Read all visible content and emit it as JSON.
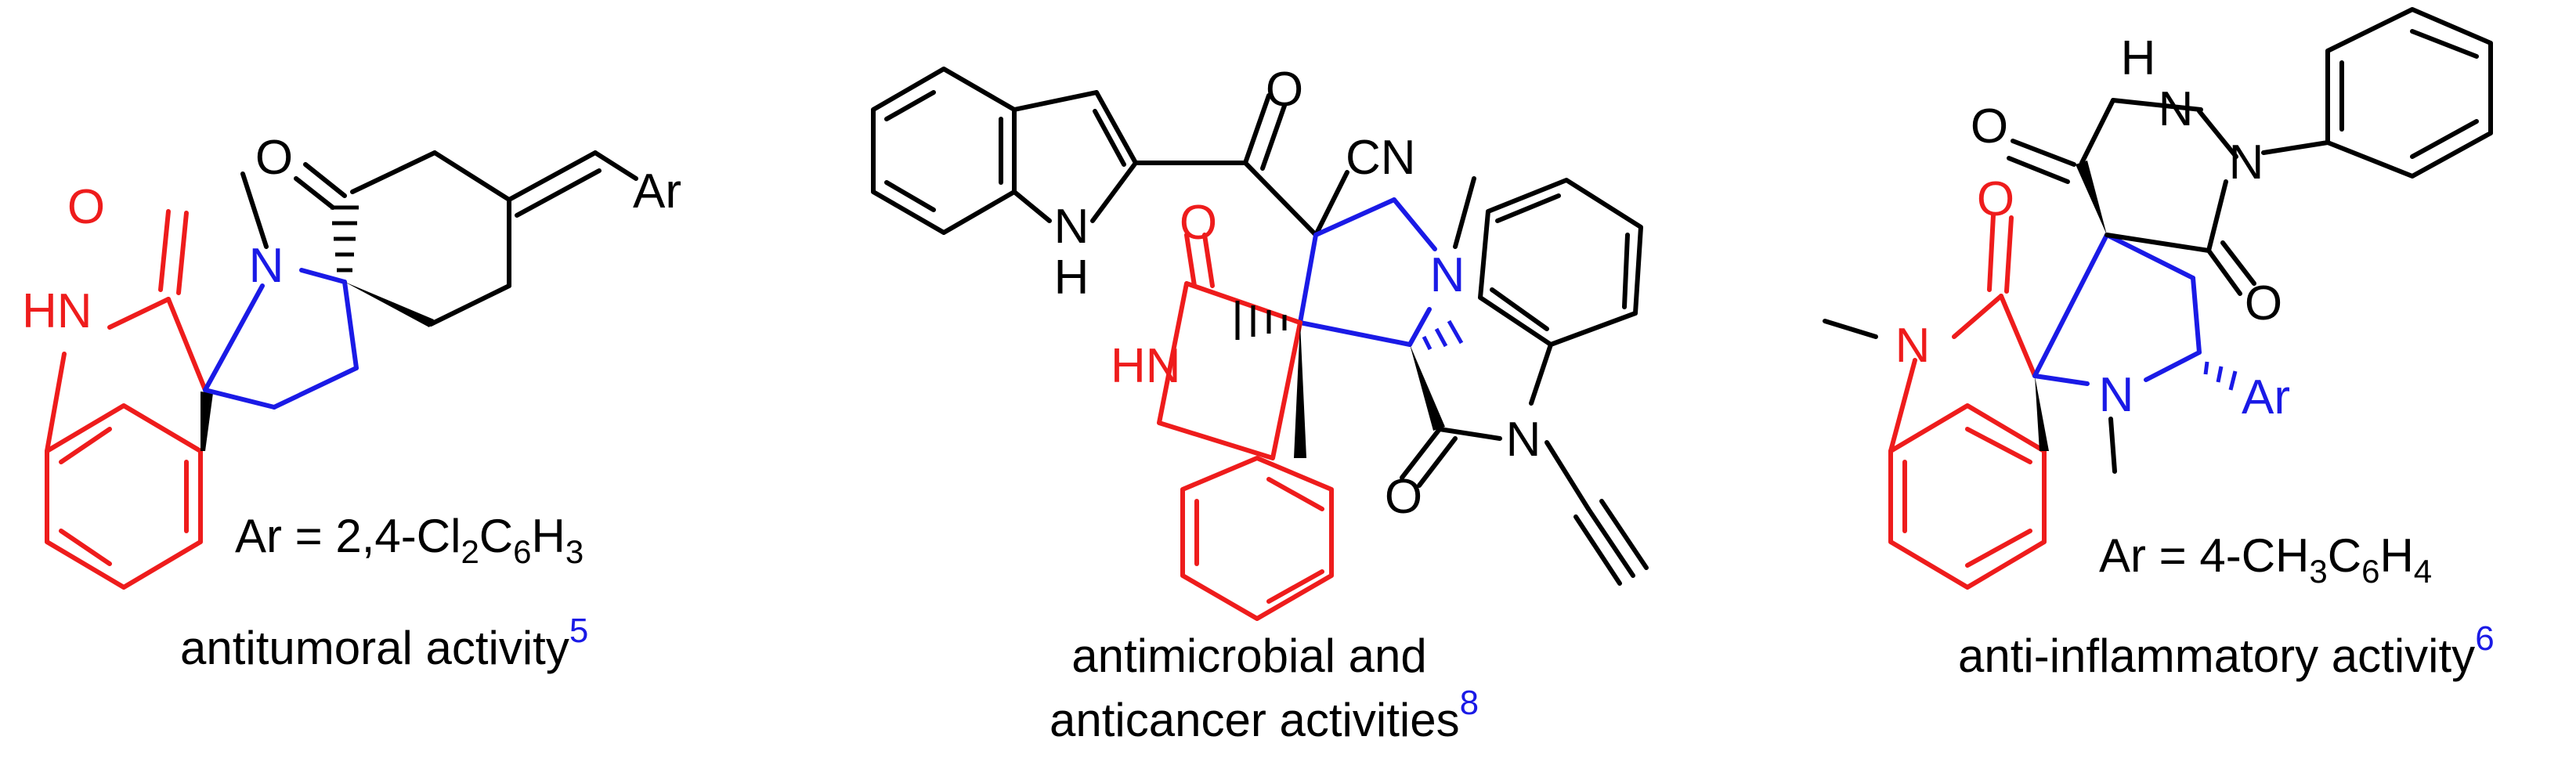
{
  "colors": {
    "red": "#ee1c1c",
    "blue": "#1a1ae6",
    "black": "#000000"
  },
  "compounds": [
    {
      "atoms": {
        "carbonyl_o": "O",
        "nh": "HN",
        "ring_n": "N",
        "ketone_o": "O",
        "ar": "Ar"
      },
      "ar_def": {
        "prefix": "Ar = 2,4-Cl",
        "s1": "2",
        "mid": "C",
        "s2": "6",
        "mid2": "H",
        "s3": "3"
      },
      "caption": {
        "text": "antitumoral activity",
        "ref": "5"
      }
    },
    {
      "atoms": {
        "indole_nh_n": "N",
        "indole_nh_h": "H",
        "ketone_o": "O",
        "cn": "CN",
        "carbonyl_o": "O",
        "hn": "HN",
        "ring_n": "N",
        "amide_o": "O",
        "amide_n": "N"
      },
      "caption": {
        "line1": "antimicrobial and",
        "line2": "anticancer activities",
        "ref": "8"
      }
    },
    {
      "atoms": {
        "h": "H",
        "n1": "N",
        "o1": "O",
        "n2": "N",
        "o2": "O",
        "carbonyl_o": "O",
        "n_me": "N",
        "ring_n": "N",
        "ar": "Ar"
      },
      "ar_def": {
        "prefix": "Ar = 4-CH",
        "s1": "3",
        "mid": "C",
        "s2": "6",
        "mid2": "H",
        "s3": "4"
      },
      "caption": {
        "text": "anti-inflammatory activity",
        "ref": "6"
      }
    }
  ]
}
